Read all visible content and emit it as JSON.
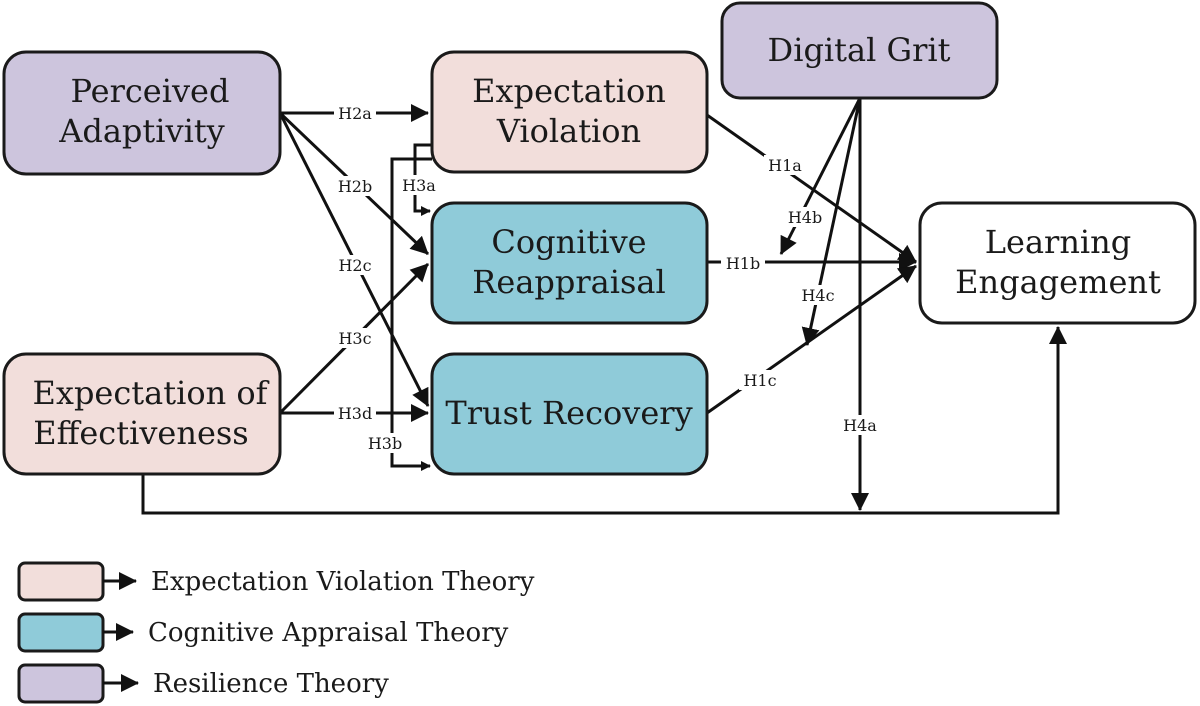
{
  "colors": {
    "expectation_violation_theory": "#f2dedb",
    "cognitive_appraisal_theory": "#8fcbd9",
    "resilience_theory": "#cdc5dd",
    "outcome": "#ffffff",
    "stroke": "#1a1a1a"
  },
  "nodes": {
    "perceived_adaptivity": {
      "lines": [
        "Perceived",
        "Adaptivity"
      ],
      "theory": "resilience_theory"
    },
    "expectation_of_effectiveness": {
      "lines": [
        "Expectation of",
        "Effectiveness"
      ],
      "theory": "expectation_violation_theory"
    },
    "expectation_violation": {
      "lines": [
        "Expectation",
        "Violation"
      ],
      "theory": "expectation_violation_theory"
    },
    "cognitive_reappraisal": {
      "lines": [
        "Cognitive",
        "Reappraisal"
      ],
      "theory": "cognitive_appraisal_theory"
    },
    "trust_recovery": {
      "lines": [
        "Trust Recovery"
      ],
      "theory": "cognitive_appraisal_theory"
    },
    "digital_grit": {
      "lines": [
        "Digital Grit"
      ],
      "theory": "resilience_theory"
    },
    "learning_engagement": {
      "lines": [
        "Learning",
        "Engagement"
      ],
      "theory": "outcome"
    }
  },
  "hypotheses": {
    "H1a": "H1a",
    "H1b": "H1b",
    "H1c": "H1c",
    "H2a": "H2a",
    "H2b": "H2b",
    "H2c": "H2c",
    "H3a": "H3a",
    "H3b": "H3b",
    "H3c": "H3c",
    "H3d": "H3d",
    "H4a": "H4a",
    "H4b": "H4b",
    "H4c": "H4c"
  },
  "legend": [
    {
      "label": "Expectation Violation Theory",
      "theory": "expectation_violation_theory"
    },
    {
      "label": "Cognitive Appraisal Theory",
      "theory": "cognitive_appraisal_theory"
    },
    {
      "label": "Resilience Theory",
      "theory": "resilience_theory"
    }
  ]
}
